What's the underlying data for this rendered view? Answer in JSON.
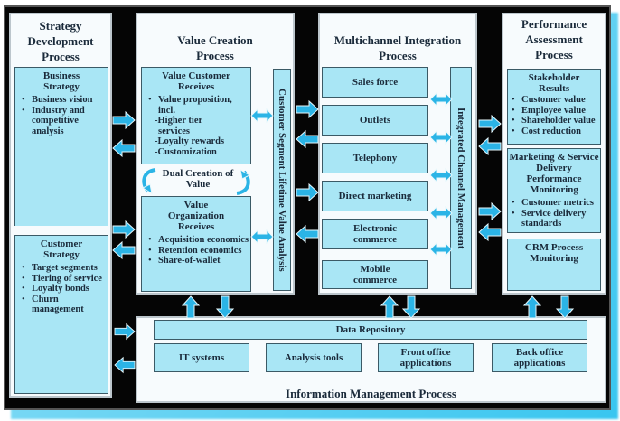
{
  "colors": {
    "arrow": "#2bb4e6",
    "box": "#a9e6f5",
    "frame": "#050505",
    "panel": "#f7fbfd"
  },
  "strategy": {
    "title": [
      "Strategy",
      "Development",
      "Process"
    ],
    "business": {
      "title": [
        "Business",
        "Strategy"
      ],
      "items": [
        "Business vision",
        "Industry and competitive analysis"
      ]
    },
    "customer": {
      "title": [
        "Customer",
        "Strategy"
      ],
      "items": [
        "Target segments",
        "Tiering of service",
        "Loyalty bonds",
        "Churn management"
      ]
    }
  },
  "value_creation": {
    "title": [
      "Value Creation",
      "Process"
    ],
    "customer_receives": {
      "title": [
        "Value Customer",
        "Receives"
      ],
      "bullet": "Value proposition, incl.",
      "subitems": [
        "-Higher tier",
        "services",
        "-Loyalty rewards",
        "-Customization"
      ]
    },
    "dual": [
      "Dual Creation of",
      "Value"
    ],
    "org_receives": {
      "title": [
        "Value",
        "Organization",
        "Receives"
      ],
      "items": [
        "Acquisition economics",
        "Retention economics",
        "Share-of-wallet"
      ]
    },
    "side_bar": "Customer Segment Lifetime Value Analysis"
  },
  "multichannel": {
    "title": [
      "Multichannel Integration",
      "Process"
    ],
    "channels": [
      [
        "Sales force"
      ],
      [
        "Outlets"
      ],
      [
        "Telephony"
      ],
      [
        "Direct marketing"
      ],
      [
        "Electronic",
        "commerce"
      ],
      [
        "Mobile",
        "commerce"
      ]
    ],
    "side_bar": "Integrated Channel Management"
  },
  "performance": {
    "title": [
      "Performance",
      "Assessment",
      "Process"
    ],
    "stakeholder": {
      "title": [
        "Stakeholder",
        "Results"
      ],
      "items": [
        "Customer value",
        "Employee value",
        "Shareholder value",
        "Cost reduction"
      ]
    },
    "monitoring": {
      "title": [
        "Marketing & Service",
        "Delivery",
        "Performance",
        "Monitoring"
      ],
      "items": [
        "Customer metrics",
        "Service delivery standards"
      ]
    },
    "crm": {
      "title": [
        "CRM Process",
        "Monitoring"
      ]
    }
  },
  "information": {
    "repository": "Data Repository",
    "boxes": [
      [
        "IT systems"
      ],
      [
        "Analysis tools"
      ],
      [
        "Front office",
        "applications"
      ],
      [
        "Back office",
        "applications"
      ]
    ],
    "title": "Information Management Process"
  }
}
